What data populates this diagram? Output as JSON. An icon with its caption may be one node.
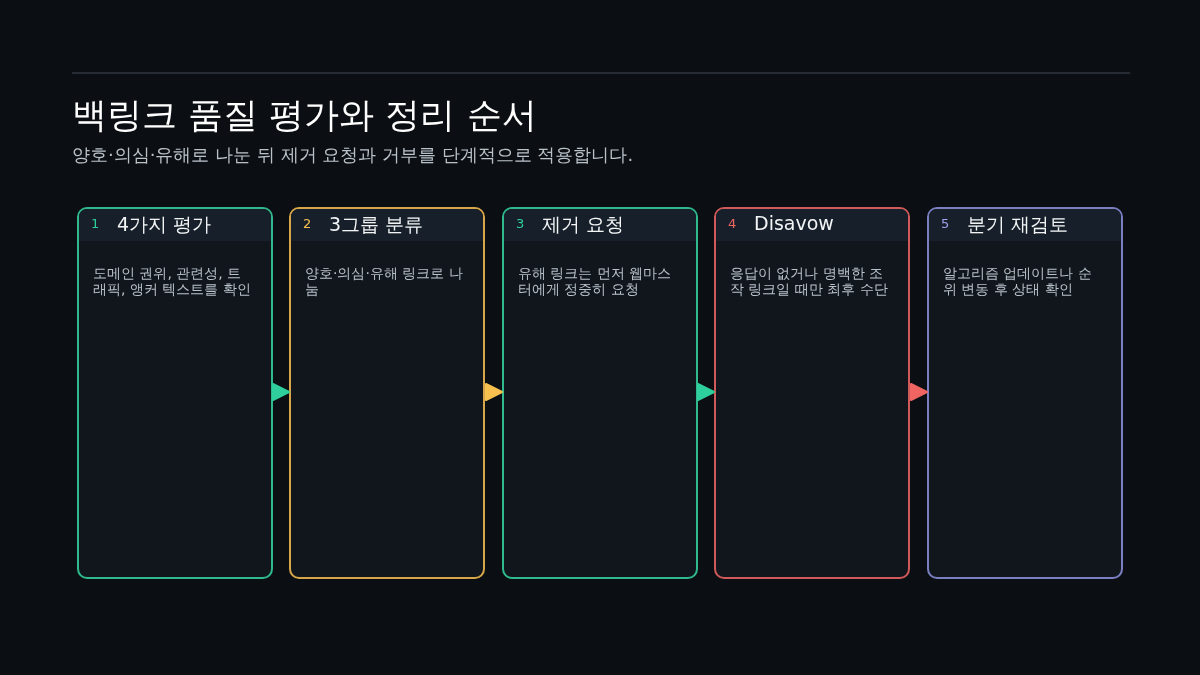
{
  "diagram": {
    "title": "백링크 품질 평가와 정리 순서",
    "nodes": [
      {
        "text": [
          "1",
          "4가지 평가",
          "도메인 권위, 관련성, 트래픽, 앵커 텍스트를 확인"
        ]
      },
      {
        "text": [
          "2",
          "3그룹 분류",
          "양호·의심·유해 링크로 나눔"
        ]
      },
      {
        "text": [
          "3",
          "제거 요청",
          "유해 링크는 먼저 웹마스터에게 정중히 요청"
        ]
      },
      {
        "text": [
          "4",
          "Disavow",
          "응답이 없거나 명백한 조작 링크일 때만 최후 수단"
        ]
      },
      {
        "text": [
          "5",
          "분기 재검토",
          "알고리즘 업데이트나 순위 변동 후 상태 확인"
        ]
      }
    ],
    "edges": [
      {
        "from": 0,
        "to": 1,
        "arrow": "to",
        "color": "#2fcf9c"
      },
      {
        "from": 1,
        "to": 2,
        "arrow": "to",
        "color": "#f7c04f"
      },
      {
        "from": 2,
        "to": 3,
        "arrow": "to",
        "color": "#2fcf9c"
      },
      {
        "from": 3,
        "to": 4,
        "arrow": "to",
        "color": "#f06462"
      }
    ],
    "labels": [
      "양호·의심·유해로 나눈 뒤 제거 요청과 거부를 단계적으로 적용합니다."
    ]
  }
}
